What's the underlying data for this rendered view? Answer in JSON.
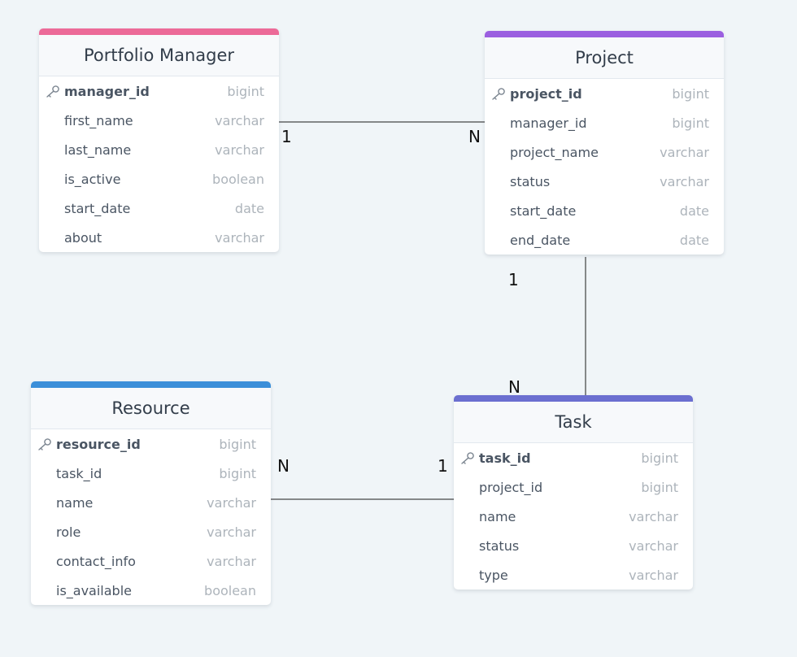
{
  "tables": {
    "portfolio_manager": {
      "title": "Portfolio Manager",
      "accent": "#ec6a98",
      "columns": [
        {
          "name": "manager_id",
          "type": "bigint",
          "pk": true
        },
        {
          "name": "first_name",
          "type": "varchar"
        },
        {
          "name": "last_name",
          "type": "varchar"
        },
        {
          "name": "is_active",
          "type": "boolean"
        },
        {
          "name": "start_date",
          "type": "date"
        },
        {
          "name": "about",
          "type": "varchar"
        }
      ]
    },
    "project": {
      "title": "Project",
      "accent": "#9b5fe0",
      "columns": [
        {
          "name": "project_id",
          "type": "bigint",
          "pk": true
        },
        {
          "name": "manager_id",
          "type": "bigint"
        },
        {
          "name": "project_name",
          "type": "varchar"
        },
        {
          "name": "status",
          "type": "varchar"
        },
        {
          "name": "start_date",
          "type": "date"
        },
        {
          "name": "end_date",
          "type": "date"
        }
      ]
    },
    "resource": {
      "title": "Resource",
      "accent": "#3b8fd9",
      "columns": [
        {
          "name": "resource_id",
          "type": "bigint",
          "pk": true
        },
        {
          "name": "task_id",
          "type": "bigint"
        },
        {
          "name": "name",
          "type": "varchar"
        },
        {
          "name": "role",
          "type": "varchar"
        },
        {
          "name": "contact_info",
          "type": "varchar"
        },
        {
          "name": "is_available",
          "type": "boolean"
        }
      ]
    },
    "task": {
      "title": "Task",
      "accent": "#6b6fd0",
      "columns": [
        {
          "name": "task_id",
          "type": "bigint",
          "pk": true
        },
        {
          "name": "project_id",
          "type": "bigint"
        },
        {
          "name": "name",
          "type": "varchar"
        },
        {
          "name": "status",
          "type": "varchar"
        },
        {
          "name": "type",
          "type": "varchar"
        }
      ]
    }
  },
  "relationships": [
    {
      "from": "portfolio_manager",
      "to": "project",
      "from_card": "1",
      "to_card": "N"
    },
    {
      "from": "project",
      "to": "task",
      "from_card": "1",
      "to_card": "N"
    },
    {
      "from": "task",
      "to": "resource",
      "from_card": "1",
      "to_card": "N"
    }
  ],
  "key_icon": "key-icon"
}
